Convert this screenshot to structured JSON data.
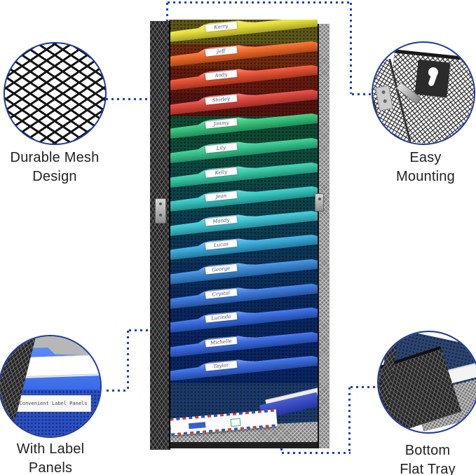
{
  "accent_blue": "#2040b4",
  "callouts": {
    "mesh": {
      "line1": "Durable Mesh",
      "line2": "Design"
    },
    "mount": {
      "line1": "Easy",
      "line2": "Mounting"
    },
    "label": {
      "line1": "With Label",
      "line2": "Panels"
    },
    "tray": {
      "line1": "Bottom",
      "line2": "Flat Tray"
    }
  },
  "inset_label_text": "Convenient Label Panels",
  "organizer": {
    "frame_color": "#242424",
    "bottom_panel_color": "#1b3a68",
    "folders": [
      {
        "name": "Kerry",
        "color": "#e8e233",
        "pocket": "#5c5618"
      },
      {
        "name": "Jeff",
        "color": "#f2641f",
        "pocket": "#6e2a10"
      },
      {
        "name": "Andy",
        "color": "#e74a2a",
        "pocket": "#64190f"
      },
      {
        "name": "Shirley",
        "color": "#dd3f35",
        "pocket": "#531410"
      },
      {
        "name": "Jimmy",
        "color": "#2dc377",
        "pocket": "#0f4a33"
      },
      {
        "name": "Lily",
        "color": "#2ec58b",
        "pocket": "#0e4a3c"
      },
      {
        "name": "Kelly",
        "color": "#2fc9a6",
        "pocket": "#0d4744"
      },
      {
        "name": "Jean",
        "color": "#2dc5c0",
        "pocket": "#0c434b"
      },
      {
        "name": "Mandy",
        "color": "#36c2d2",
        "pocket": "#0c3d52"
      },
      {
        "name": "Lucas",
        "color": "#31a6db",
        "pocket": "#0b3658"
      },
      {
        "name": "George",
        "color": "#3486da",
        "pocket": "#0b2f5c"
      },
      {
        "name": "Crystal",
        "color": "#3273dc",
        "pocket": "#0a295e"
      },
      {
        "name": "Lucinda",
        "color": "#2f66e0",
        "pocket": "#0a2660"
      },
      {
        "name": "Michelle",
        "color": "#3064e1",
        "pocket": "#092562"
      },
      {
        "name": "Taylor",
        "color": "#3267e1",
        "pocket": "#092563"
      }
    ]
  }
}
